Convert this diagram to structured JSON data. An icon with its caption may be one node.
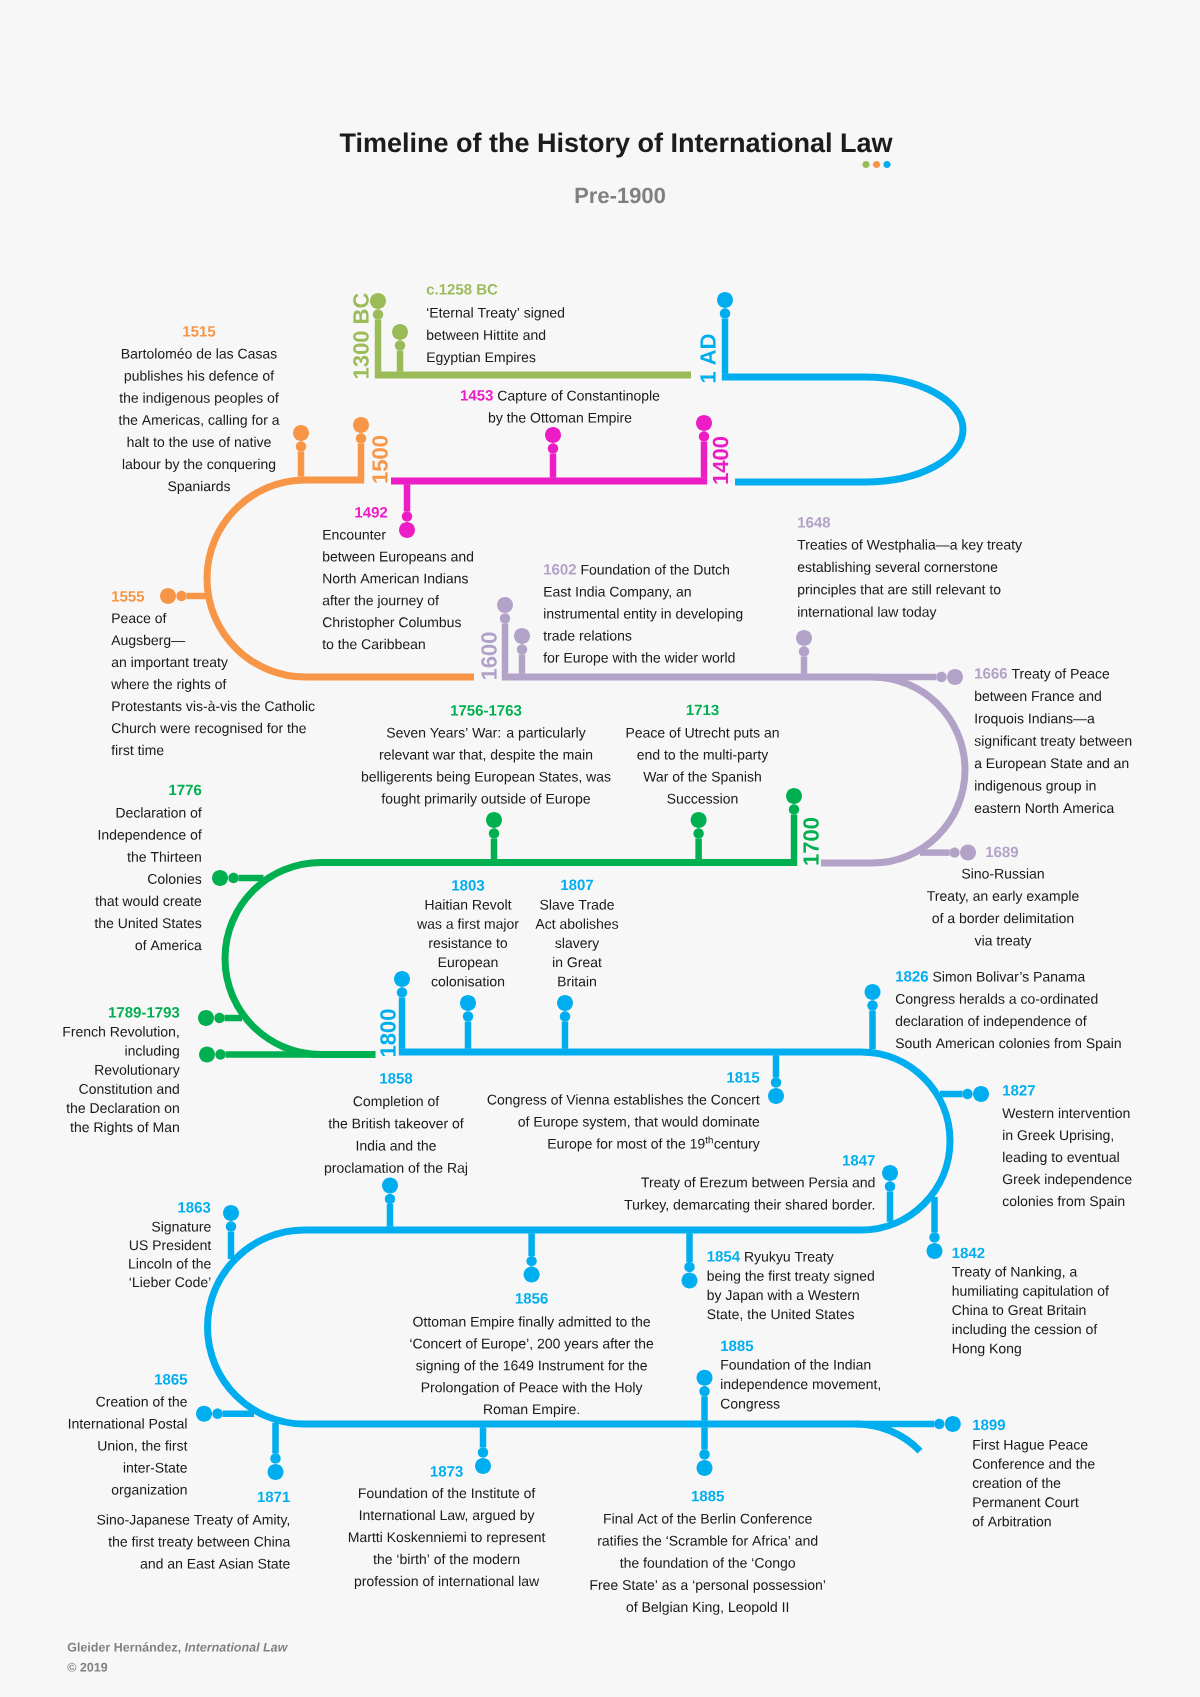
{
  "diagram": {
    "title": "Timeline of the History of International Law",
    "labels": [
      "Pre-1900",
      "c.1258 BC",
      "‘Eternal Treaty’ signed between Hittite and Egyptian Empires",
      "1300 BC",
      "1 AD",
      "1515",
      "Bartoloméo de las Casas publishes his defence of the indigenous peoples of the Americas, calling for a halt to the use of native labour by the conquering Spaniards",
      "**1453** Capture of Constantinople by the Ottoman Empire",
      "1500",
      "1400",
      "1492",
      "Encounter between Europeans and North American Indians after the journey of Christopher Columbus to the Caribbean",
      "1648",
      "Treaties of Westphalia—a key treaty establishing several cornerstone principles that are still relevant to international law today",
      "**1602** Foundation of the Dutch East India Company, an instrumental entity in developing trade relations for Europe with the wider world",
      "1555",
      "Peace of Augsberg— an important treaty where the rights of Protestants vis-à-vis the Catholic Church were recognised for the first time",
      "1600",
      "**1666** Treaty of Peace between France and Iroquois Indians—a significant treaty between a European State and an indigenous group in eastern North America",
      "1756-1763",
      "Seven Years’ War: a particularly relevant war that, despite the main belligerents being European States, was fought primarily outside of Europe",
      "1713",
      "Peace of Utrecht puts an end to the multi-party War of the Spanish Succession",
      "1776",
      "Declaration of Independence of the Thirteen Colonies that would create the United States of America",
      "1700",
      "1689",
      "Sino-Russian Treaty, an early example of a border delimitation via treaty",
      "1803",
      "Haitian Revolt was a first major resistance to European colonisation",
      "1807",
      "Slave Trade Act abolishes slavery in Great Britain",
      "**1826** Simon Bolivar’s Panama Congress heralds a co-ordinated declaration of independence of South American colonies from Spain",
      "1789-1793",
      "French Revolution, including Revolutionary Constitution and the Declaration on the Rights of Man",
      "1800",
      "1858",
      "Completion of the British takeover of India and the proclamation of the Raj",
      "1815",
      "Congress of Vienna establishes the Concert of Europe system, that would dominate Europe for most of the 19$^{th}$century",
      "1827",
      "Western intervention in Greek Uprising, leading to eventual Greek independence colonies from Spain",
      "1847",
      "Treaty of Erezum between Persia and Turkey, demarcating their shared border.",
      "1863",
      "Signature US President Lincoln of the ‘Lieber Code’",
      "**1854** Ryukyu Treaty being the first treaty signed by Japan with a Western State, the United States",
      "1842",
      "Treaty of Nanking, a humiliating capitulation of China to Great Britain including the cession of Hong Kong",
      "1856",
      "Ottoman Empire finally admitted to the ‘Concert of Europe’, 200 years after the signing of the 1649 Instrument for the Prolongation of Peace with the Holy Roman Empire.",
      "1865",
      "Creation of the International Postal Union, the first inter-State organization",
      "1885",
      "Foundation of the Indian independence movement, Congress",
      "1899",
      "First Hague Peace Conference and the creation of the Permanent Court of Arbitration",
      "1871",
      "Sino-Japanese Treaty of Amity, the first treaty between China and an East Asian State",
      "1873",
      "Foundation of the Institute of International Law, argued by Martti Koskenniemi to represent the ‘birth’ of the modern profession of international law",
      "1885",
      "Final Act of the Berlin Conference ratifies the ‘Scramble for Africa’ and the foundation of the ‘Congo Free State’ as a ‘personal possession’ of Belgian King, Leopold II",
      "Gleider Hernández, *International Law*",
      "© 2019"
    ]
  }
}
